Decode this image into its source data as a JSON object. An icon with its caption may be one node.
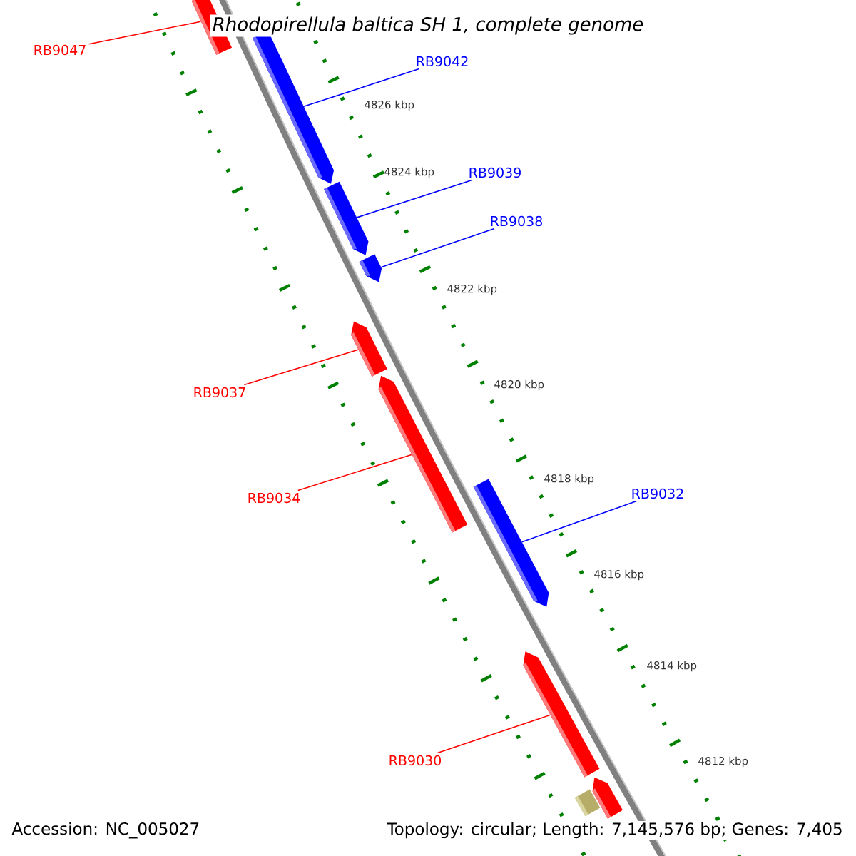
{
  "diagram": {
    "title": "Rhodopirellula baltica SH 1, complete genome",
    "nodes": [
      {
        "text": [
          "RB9047"
        ]
      },
      {
        "text": [
          "RB9042"
        ]
      },
      {
        "text": [
          "RB9039"
        ]
      },
      {
        "text": [
          "RB9038"
        ]
      },
      {
        "text": [
          "RB9037"
        ]
      },
      {
        "text": [
          "RB9034"
        ]
      },
      {
        "text": [
          "RB9032"
        ]
      },
      {
        "text": [
          "RB9030"
        ]
      },
      {
        "text": [],
        "shape": "pentagon"
      },
      {
        "text": [],
        "shape": "pentagon"
      },
      {
        "text": [],
        "shape": "pentagon"
      },
      {
        "text": [],
        "shape": "pentagon"
      },
      {
        "text": [],
        "shape": "pentagon"
      },
      {
        "text": [],
        "shape": "pentagon"
      },
      {
        "text": [],
        "shape": "pentagon"
      },
      {
        "text": [],
        "shape": "pentagon"
      },
      {
        "text": [],
        "shape": "pentagon"
      },
      {
        "text": [],
        "shape": "bar"
      }
    ],
    "edges": [
      {
        "from": 0,
        "to": 8,
        "arrow": "none",
        "color": "#ff0000"
      },
      {
        "from": 1,
        "to": 9,
        "arrow": "none",
        "color": "#0000ff"
      },
      {
        "from": 2,
        "to": 10,
        "arrow": "none",
        "color": "#0000ff"
      },
      {
        "from": 3,
        "to": 11,
        "arrow": "none",
        "color": "#0000ff"
      },
      {
        "from": 4,
        "to": 12,
        "arrow": "none",
        "color": "#ff0000"
      },
      {
        "from": 5,
        "to": 13,
        "arrow": "none",
        "color": "#ff0000"
      },
      {
        "from": 6,
        "to": 14,
        "arrow": "none",
        "color": "#0000ff"
      },
      {
        "from": 7,
        "to": 15,
        "arrow": "none",
        "color": "#ff0000"
      }
    ],
    "labels": [
      "4826 kbp",
      "4824 kbp",
      "4822 kbp",
      "4820 kbp",
      "4818 kbp",
      "4816 kbp",
      "4814 kbp",
      "4812 kbp",
      "Accession: NC_005027",
      "Topology: circular; Length: 7,145,576 bp; Genes: 7,405"
    ]
  }
}
